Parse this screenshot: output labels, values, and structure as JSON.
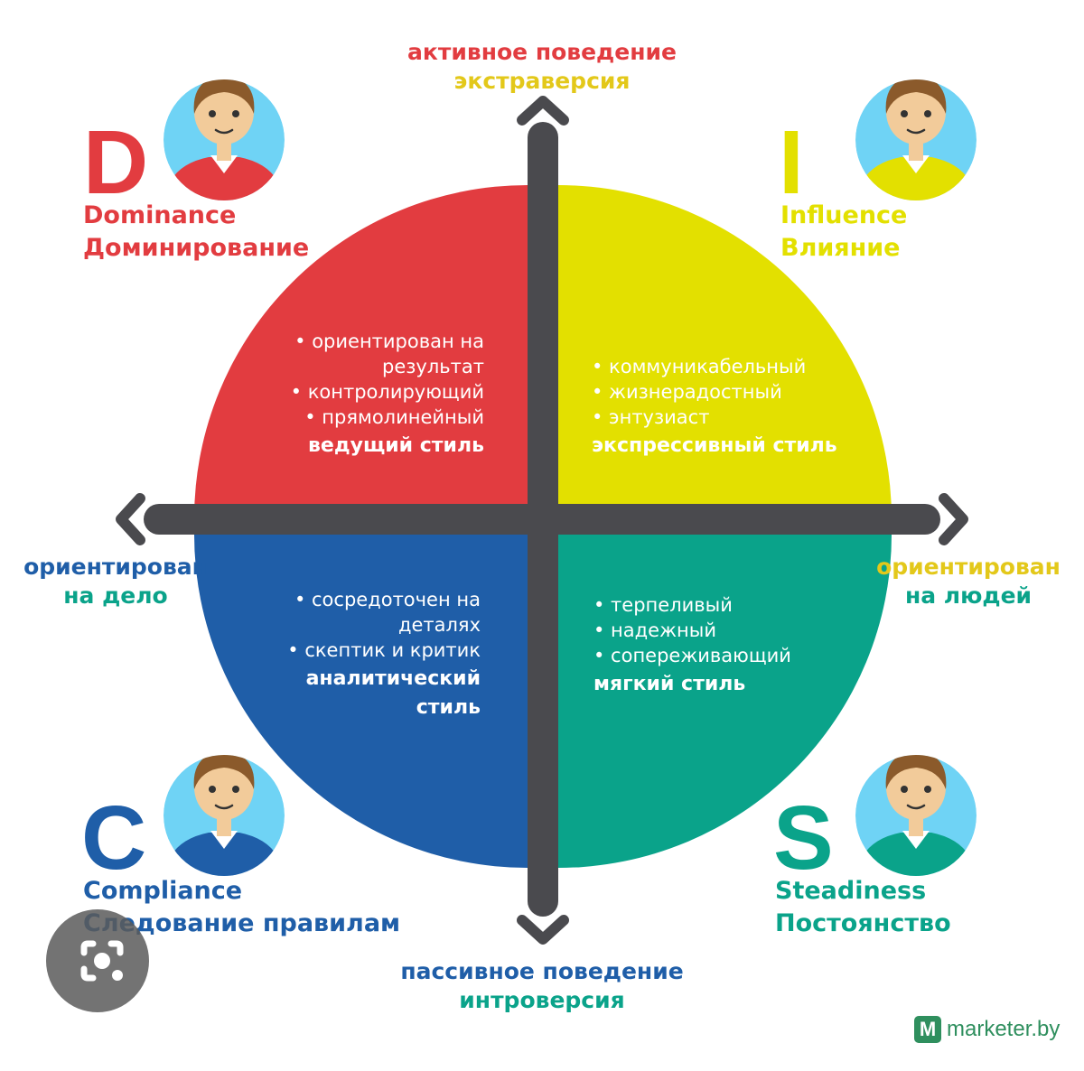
{
  "colors": {
    "dominance": "#e23c40",
    "influence": "#e3e000",
    "compliance": "#1f5ea8",
    "steadiness": "#0aa38a",
    "axis": "#4a4a4e",
    "sky": "#6fd3f5",
    "skin": "#f2cb9a",
    "hair": "#8b5a2b",
    "extraversion": "#e3c81a",
    "introversion": "#0aa38a",
    "brand": "#2f8f5e"
  },
  "axes": {
    "top": {
      "line1": "активное поведение",
      "line2": "экстраверсия"
    },
    "bottom": {
      "line1": "пассивное поведение",
      "line2": "интроверсия"
    },
    "left": {
      "line1": "ориентирован",
      "line2": "на дело"
    },
    "right": {
      "line1": "ориентирован",
      "line2": "на людей"
    }
  },
  "quadrants": {
    "d": {
      "letter": "D",
      "name_en": "Dominance",
      "name_ru": "Доминирование",
      "traits": [
        "• ориентирован на",
        "результат",
        "• контролирующий",
        "• прямолинейный"
      ],
      "style": "ведущий стиль"
    },
    "i": {
      "letter": "I",
      "name_en": "Influence",
      "name_ru": "Влияние",
      "traits": [
        "• коммуникабельный",
        "• жизнерадостный",
        "• энтузиаст"
      ],
      "style": "экспрессивный стиль"
    },
    "c": {
      "letter": "C",
      "name_en": "Compliance",
      "name_ru": "Следование правилам",
      "traits": [
        "• сосредоточен на",
        "деталях",
        "• скептик и критик"
      ],
      "style": "аналитический стиль",
      "style_lines": [
        "аналитический",
        "стиль"
      ]
    },
    "s": {
      "letter": "S",
      "name_en": "Steadiness",
      "name_ru": "Постоянство",
      "traits": [
        "• терпеливый",
        "• надежный",
        "• сопереживающий"
      ],
      "style": "мягкий стиль"
    }
  },
  "brand": {
    "logo_letter": "M",
    "text": "marketer.by"
  },
  "lens_button": {
    "icon": "camera-search-icon"
  }
}
